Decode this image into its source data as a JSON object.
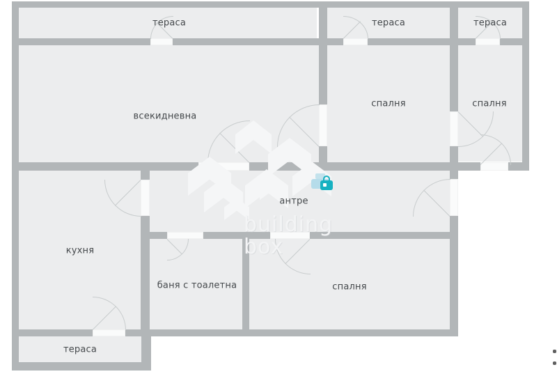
{
  "plan": {
    "type": "apartment-floor-plan",
    "rooms": [
      {
        "name": "terrace-top-left",
        "label": "тераса"
      },
      {
        "name": "terrace-top-middle",
        "label": "тераса"
      },
      {
        "name": "terrace-top-right",
        "label": "тераса"
      },
      {
        "name": "living-room",
        "label": "всекидневна"
      },
      {
        "name": "bedroom-middle",
        "label": "спалня"
      },
      {
        "name": "bedroom-right",
        "label": "спалня"
      },
      {
        "name": "kitchen",
        "label": "кухня"
      },
      {
        "name": "hallway",
        "label": "антре"
      },
      {
        "name": "bathroom",
        "label": "баня с тоалетна"
      },
      {
        "name": "bedroom-bottom",
        "label": "спалня"
      },
      {
        "name": "terrace-bottom",
        "label": "тераса"
      }
    ]
  },
  "watermark": {
    "line1": "building",
    "line2": "box"
  },
  "badge": {
    "name": "locked-photos-badge"
  },
  "colors": {
    "wall": "#b2b6b8",
    "room": "#ecedee",
    "door": "#fafbfb",
    "arc": "#c8cccd",
    "label": "#45494c",
    "wm": "#f3f4f5",
    "badge_teal": "#17b1c1",
    "badge_blue": "#b5dcea"
  }
}
